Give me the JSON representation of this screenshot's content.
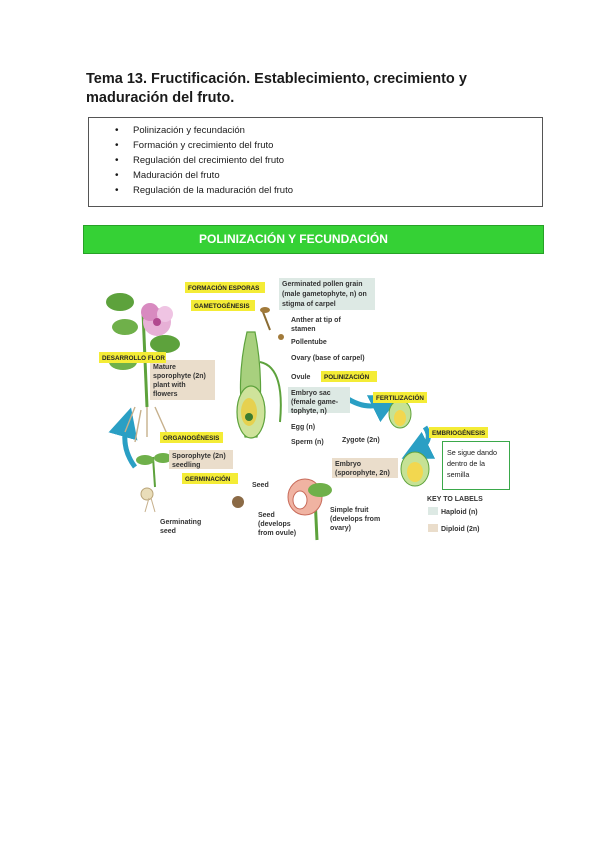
{
  "header": {
    "title": "Tema 13. Fructificación. Establecimiento, crecimiento y maduración del fruto."
  },
  "toc": {
    "items": [
      "Polinización y fecundación",
      "Formación y crecimiento del fruto",
      "Regulación del crecimiento del fruto",
      "Maduración del fruto",
      "Regulación de la maduración del fruto"
    ]
  },
  "section": {
    "banner": "POLINIZACIÓN Y FECUNDACIÓN"
  },
  "diagram": {
    "tags": {
      "formacion_esporas": "FORMACIÓN ESPORAS",
      "gametogenesis": "GAMETOGÉNESIS",
      "desarrollo_flor": "DESARROLLO FLOR",
      "polinizacion": "POLINIZACIÓN",
      "fertilizacion": "FERTILIZACIÓN",
      "embriogenesis": "EMBRIOGÉNESIS",
      "organogenesis": "ORGANOGÉNESIS",
      "germinacion": "GERMINACIÓN"
    },
    "labels": {
      "pollen_1": "Germinated pollen grain",
      "pollen_2": "(male gametophyte, n) on",
      "pollen_3": "stigma of carpel",
      "anther_1": "Anther at tip of",
      "anther_2": "stamen",
      "pollentube": "Pollentube",
      "ovary": "Ovary (base of carpel)",
      "ovule": "Ovule",
      "embryo_sac_1": "Embryo sac",
      "embryo_sac_2": "(female game-",
      "embryo_sac_3": "tophyte, n)",
      "egg": "Egg (n)",
      "sperm": "Sperm (n)",
      "zygote": "Zygote (2n)",
      "embryo_1": "Embryo",
      "embryo_2": "(sporophyte, 2n)",
      "mature_1": "Mature",
      "mature_2": "sporophyte (2n)",
      "mature_3": "plant with",
      "mature_4": "flowers",
      "seedling_1": "Sporophyte (2n)",
      "seedling_2": "seedling",
      "seed": "Seed",
      "seed_dev_1": "Seed",
      "seed_dev_2": "(develops",
      "seed_dev_3": "from ovule)",
      "fruit_1": "Simple fruit",
      "fruit_2": "(develops from",
      "fruit_3": "ovary)",
      "germinating_1": "Germinating",
      "germinating_2": "seed",
      "key_title": "KEY TO LABELS",
      "key_haploid": "Haploid (n)",
      "key_diploid": "Diploid (2n)"
    },
    "colors": {
      "tag_yellow": "#f4ec36",
      "haploid": "#dde9e4",
      "diploid": "#eaddcb",
      "arrow_teal": "#2a9fc4",
      "plant_green": "#5da23c"
    }
  },
  "note": {
    "text": "Se sigue dando dentro de la semilla"
  }
}
